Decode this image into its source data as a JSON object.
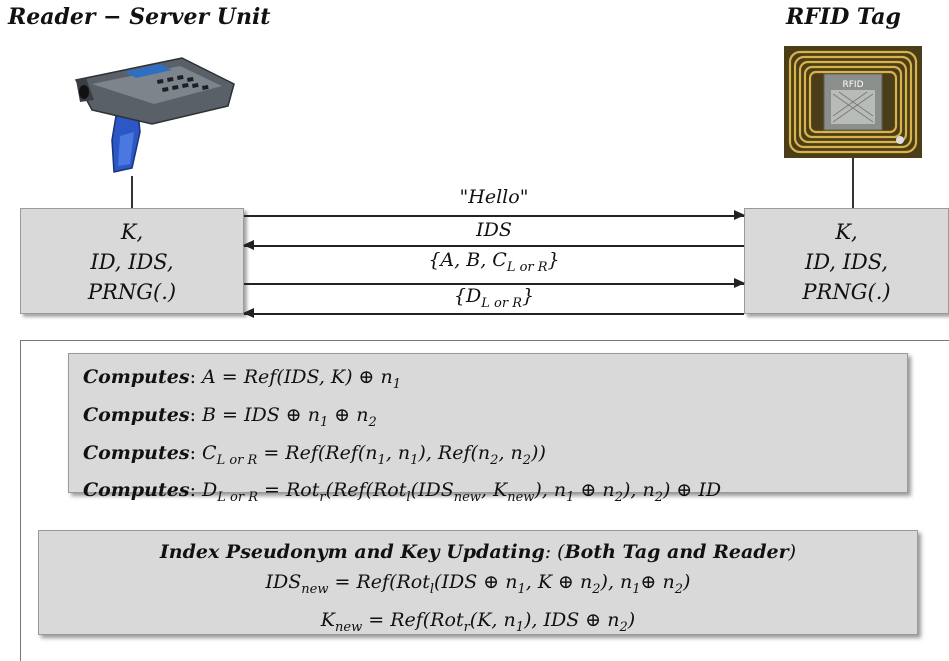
{
  "reader": {
    "title": "Reader − Server Unit",
    "lines": [
      "K,",
      "ID, IDS,",
      "PRNG(.)"
    ]
  },
  "tag": {
    "title": "RFID Tag",
    "chip_label": "RFID",
    "lines": [
      "K,",
      "ID, IDS,",
      "PRNG(.)"
    ]
  },
  "messages": {
    "m1": "\"Hello\"",
    "m2": "IDS",
    "m3": "{A, B, C",
    "m3_sub": "L or R",
    "m3_end": "}",
    "m4": "{D",
    "m4_sub": "L or R",
    "m4_end": "}"
  },
  "computations": {
    "keyword": "Computes",
    "a": {
      "lhs": "A = ",
      "rhs": "Ref(IDS, K) ⊕ n",
      "sub1": "1"
    },
    "b": {
      "lhs": "B = ",
      "rhs": "IDS ⊕ n",
      "sub1": "1",
      "mid": " ⊕ n",
      "sub2": "2"
    },
    "c": {
      "lhs": "C",
      "lhs_sub": "L or R",
      "rhs_a": " = Ref(Ref(n",
      "s1": "1",
      "rhs_b": ", n",
      "s2": "1",
      "rhs_c": "), Ref(n",
      "s3": "2",
      "rhs_d": ", n",
      "s4": "2",
      "rhs_e": "))"
    },
    "d": {
      "lhs": "D",
      "lhs_sub": "L or R",
      "p1": " = Rot",
      "r": "r",
      "p2": "(Ref(Rot",
      "l": "l",
      "p3": "(IDS",
      "new1": "new",
      "p4": ", K",
      "new2": "new",
      "p5": "), n",
      "s1": "1",
      "p6": " ⊕ n",
      "s2": "2",
      "p7": "), n",
      "s3": "2",
      "p8": ") ⊕ ID"
    }
  },
  "update": {
    "title_bold": "Index Pseudonym and Key Updating",
    "colon": ": (",
    "title_paren": "Both Tag and Reader",
    "close": ")",
    "ids": {
      "a": "IDS",
      "new": "new",
      "b": " = Ref(Rot",
      "l": "l",
      "c": "(IDS ⊕ n",
      "s1": "1",
      "d": ", K ⊕ n",
      "s2": "2",
      "e": "), n",
      "s3": "1",
      "f": "⊕ n",
      "s4": "2",
      "g": ")"
    },
    "k": {
      "a": "K",
      "new": "new",
      "b": " = Ref(Rot",
      "r": "r",
      "c": "(K, n",
      "s1": "1",
      "d": "), IDS ⊕ n",
      "s2": "2",
      "e": ")"
    }
  }
}
